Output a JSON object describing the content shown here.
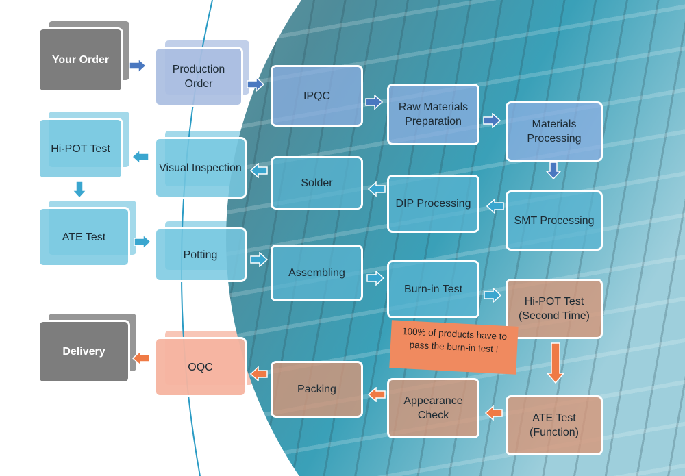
{
  "steps": {
    "your_order": "Your Order",
    "production_order": "Production Order",
    "ipqc": "IPQC",
    "raw_materials": "Raw Materials Preparation",
    "materials_processing": "Materials Processing",
    "hipot": "Hi-POT Test",
    "visual": "Visual Inspection",
    "solder": "Solder",
    "dip": "DIP Processing",
    "smt": "SMT Processing",
    "ate": "ATE Test",
    "potting": "Potting",
    "assembling": "Assembling",
    "burnin": "Burn-in Test",
    "hipot2": "Hi-POT Test (Second Time)",
    "delivery": "Delivery",
    "oqc": "OQC",
    "packing": "Packing",
    "appearance": "Appearance Check",
    "ate2": "ATE Test (Function)"
  },
  "note": "100% of products have to pass the burn-in test !",
  "colors": {
    "blue_arrow": "#4a78c0",
    "teal_arrow": "#3aa6cf",
    "orange_arrow": "#ef7a45"
  }
}
